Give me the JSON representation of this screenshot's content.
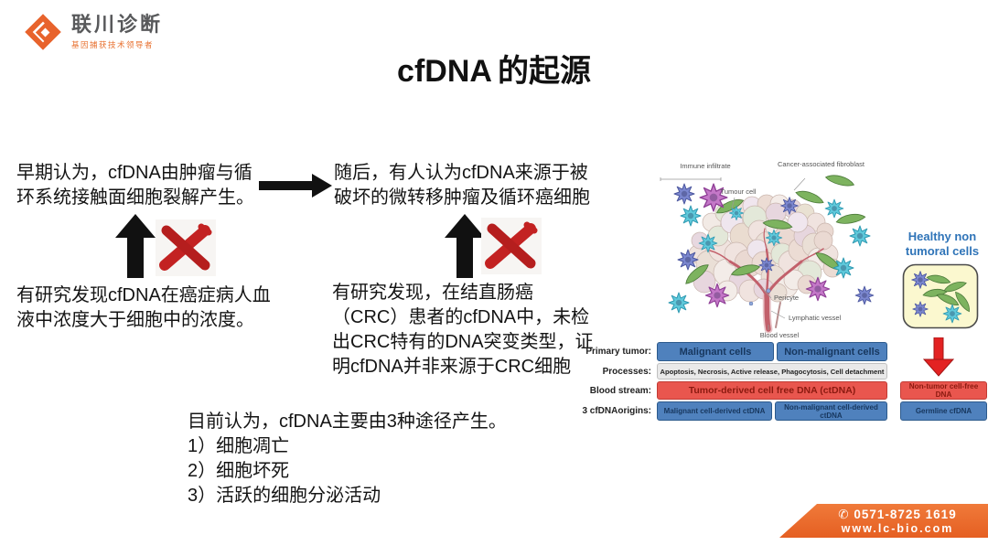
{
  "logo": {
    "name": "联川诊断",
    "tagline": "基因捕获技术领导者",
    "accent_color": "#e8632c"
  },
  "title": {
    "en": "cfDNA",
    "zh": "的起源"
  },
  "story": {
    "early": "早期认为，cfDNA由肿瘤与循环系统接触面细胞裂解产生。",
    "early_refute": "有研究发现cfDNA在癌症病人血液中浓度大于细胞中的浓度。",
    "later": "随后，有人认为cfDNA来源于被破坏的微转移肿瘤及循环癌细胞",
    "later_refute": "有研究发现，在结直肠癌（CRC）患者的cfDNA中，未检出CRC特有的DNA突变类型，证明cfDNA并非来源于CRC细胞",
    "current": "目前认为，cfDNA主要由3种途径产生。",
    "pathways": [
      "1）细胞凋亡",
      "2）细胞坏死",
      "3）活跃的细胞分泌活动"
    ]
  },
  "figure": {
    "labels": {
      "immune_infiltrate": "Immune infiltrate",
      "tumour_cell": "Tumour cell",
      "cancer_associated_fibroblast": "Cancer-associated fibroblast",
      "pericyte": "Pericyte",
      "lymphatic_vessel": "Lymphatic vessel",
      "blood_vessel": "Blood vessel",
      "healthy": "Healthy non tumoral cells"
    },
    "table": {
      "row_labels": [
        "Primary tumor:",
        "Processes:",
        "Blood stream:",
        "3 cfDNAorigins:"
      ],
      "primary": [
        "Malignant cells",
        "Non-malignant cells"
      ],
      "processes": "Apoptosis, Necrosis, Active release, Phagocytosis, Cell detachment",
      "blood": [
        "Tumor-derived cell free DNA (ctDNA)",
        "Non-tumor cell-free DNA"
      ],
      "origins": [
        "Malignant cell-derived ctDNA",
        "Non-malignant cell-derived ctDNA",
        "Germline cfDNA"
      ],
      "colors": {
        "blue_box": "#4f81bd",
        "red_box": "#e9564e",
        "gray_box": "#e9e9e9"
      }
    }
  },
  "footer": {
    "phone_icon": "✆",
    "phone": "0571-8725 1619",
    "website": "www.lc-bio.com",
    "accent_color": "#ed6a2d"
  }
}
